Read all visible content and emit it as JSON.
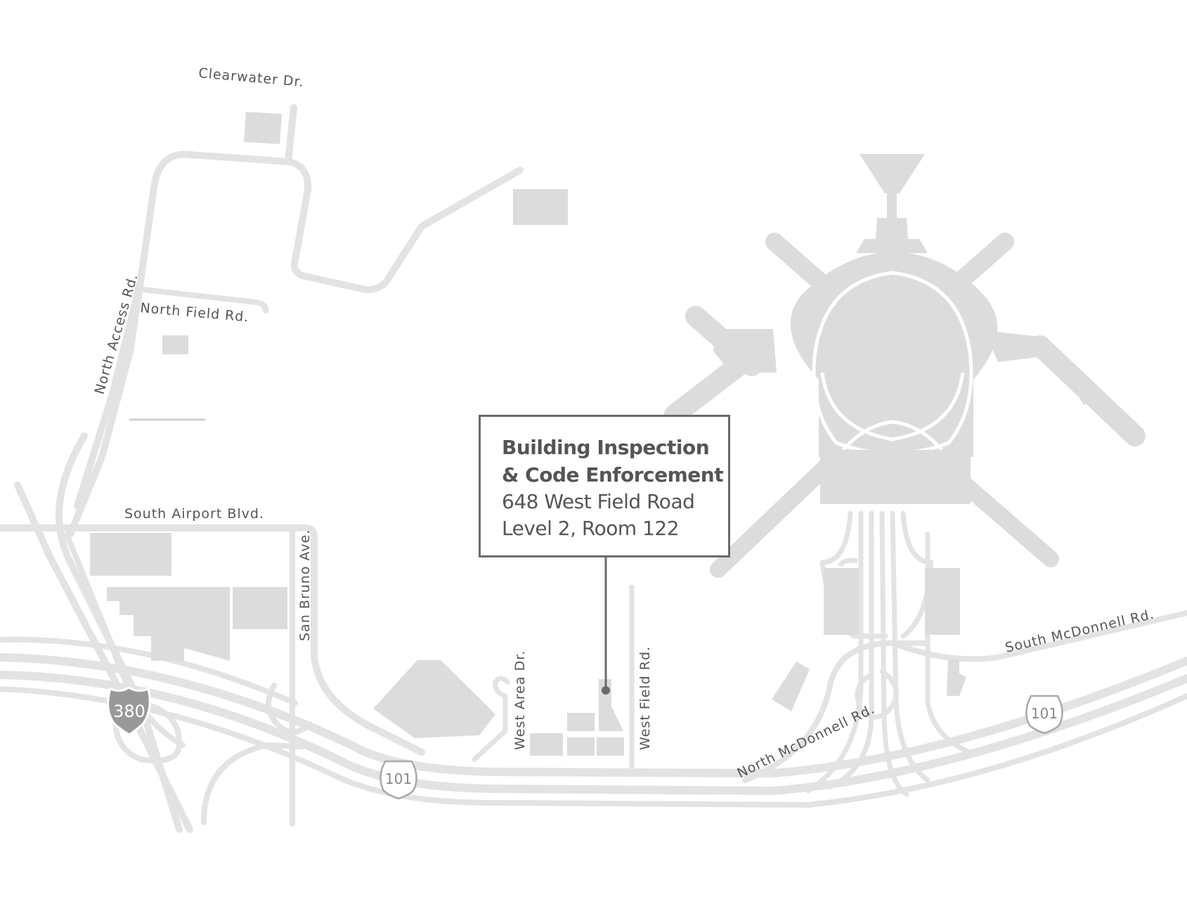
{
  "callout": {
    "title_line1": "Building Inspection",
    "title_line2": "& Code Enforcement",
    "address_line1": "648 West Field Road",
    "address_line2": "Level 2, Room 122"
  },
  "streets": {
    "clearwater": "Clearwater Dr.",
    "north_field": "North Field Rd.",
    "north_access": "North Access Rd.",
    "south_airport": "South Airport Blvd.",
    "san_bruno": "San Bruno Ave.",
    "west_area": "West Area Dr.",
    "west_field": "West Field Rd.",
    "north_mcdonnell": "North McDonnell Rd.",
    "south_mcdonnell": "South McDonnell Rd."
  },
  "shields": {
    "interstate": "380",
    "us_route_1": "101",
    "us_route_2": "101"
  },
  "colors": {
    "road": "#e3e3e3",
    "building": "#dcdcdc",
    "label": "#555555",
    "callout_border": "#6a6a6a",
    "shield_interstate": "#999999"
  }
}
